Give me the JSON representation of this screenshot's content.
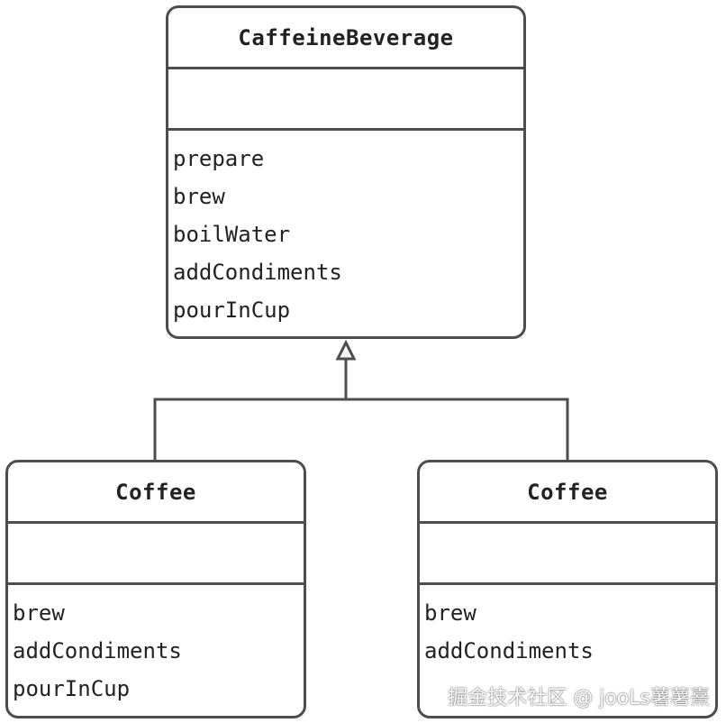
{
  "diagram": {
    "parent": {
      "name": "CaffeineBeverage",
      "attributes": [],
      "methods": [
        "prepare",
        "brew",
        "boilWater",
        "addCondiments",
        "pourInCup"
      ]
    },
    "children": [
      {
        "name": "Coffee",
        "attributes": [],
        "methods": [
          "brew",
          "addCondiments",
          "pourInCup"
        ]
      },
      {
        "name": "Coffee",
        "attributes": [],
        "methods": [
          "brew",
          "addCondiments"
        ]
      }
    ],
    "relationship": "generalization"
  },
  "watermark": "掘金技术社区 @ jooLs薯薯熹"
}
